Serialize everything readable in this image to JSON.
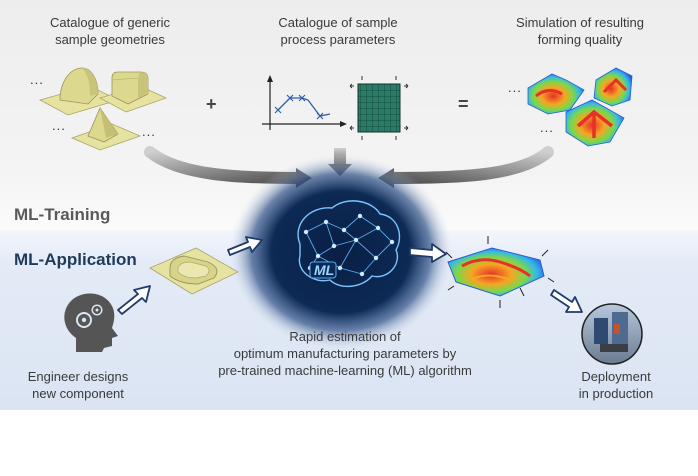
{
  "labels": {
    "catalogue_geometries": "Catalogue of generic\nsample geometries",
    "catalogue_parameters": "Catalogue of sample\nprocess parameters",
    "simulation_quality": "Simulation of resulting\nforming quality",
    "ml_training": "ML-Training",
    "ml_application": "ML-Application",
    "ml_badge": "ML",
    "rapid_estimation": "Rapid estimation of\noptimum manufacturing parameters by\npre-trained machine-learning (ML) algorithm",
    "engineer": "Engineer designs\nnew component",
    "deployment": "Deployment\nin production"
  },
  "operators": {
    "plus": "+",
    "equals": "="
  },
  "ellipsis": "...",
  "icons": [
    "engineer-head-gear-icon",
    "brain-network-icon",
    "factory-photo-icon"
  ],
  "colors": {
    "training_label": "#5a5a5a",
    "application_label": "#1f3a5a",
    "ml_glow": "#0b2a55",
    "geometry_fill": "#e6e3a0",
    "sheet_mesh": "#1c6b5a",
    "fem_red": "#e8302a",
    "fem_blue": "#2b59d9",
    "application_band": "#e3eaf7"
  }
}
